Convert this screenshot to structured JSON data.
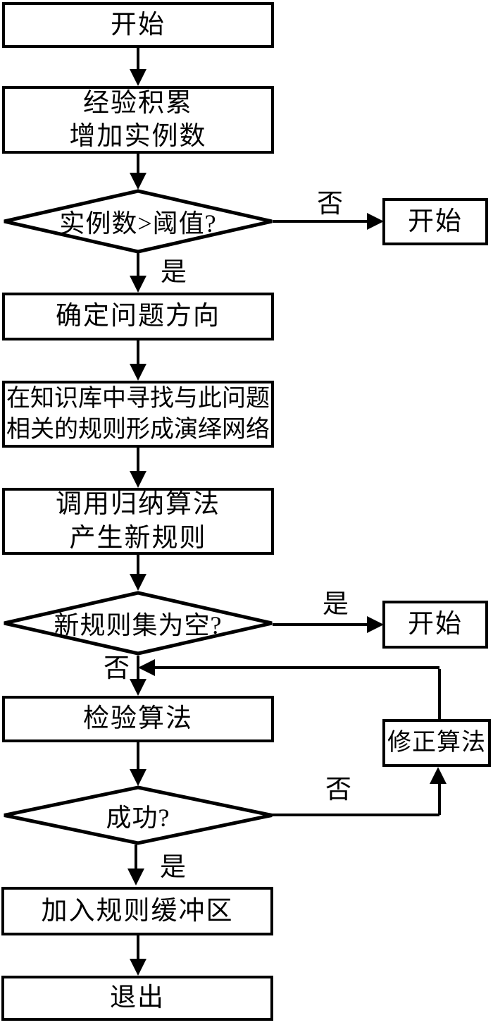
{
  "flowchart": {
    "nodes": {
      "start_top": "开始",
      "accumulate": "经验积累\n增加实例数",
      "threshold_decision": "实例数>阈值?",
      "start_right_1": "开始",
      "determine_direction": "确定问题方向",
      "search_rules": "在知识库中寻找与此问题\n相关的规则形成演绎网络",
      "induction": "调用归纳算法\n产生新规则",
      "empty_decision": "新规则集为空?",
      "start_right_2": "开始",
      "verify": "检验算法",
      "fix": "修正算法",
      "success_decision": "成功?",
      "add_buffer": "加入规则缓冲区",
      "exit": "退出"
    },
    "edge_labels": {
      "threshold_no": "否",
      "threshold_yes": "是",
      "empty_yes": "是",
      "empty_no": "否",
      "success_no": "否",
      "success_yes": "是"
    },
    "colors": {
      "line": "#000000",
      "background": "#ffffff"
    }
  }
}
